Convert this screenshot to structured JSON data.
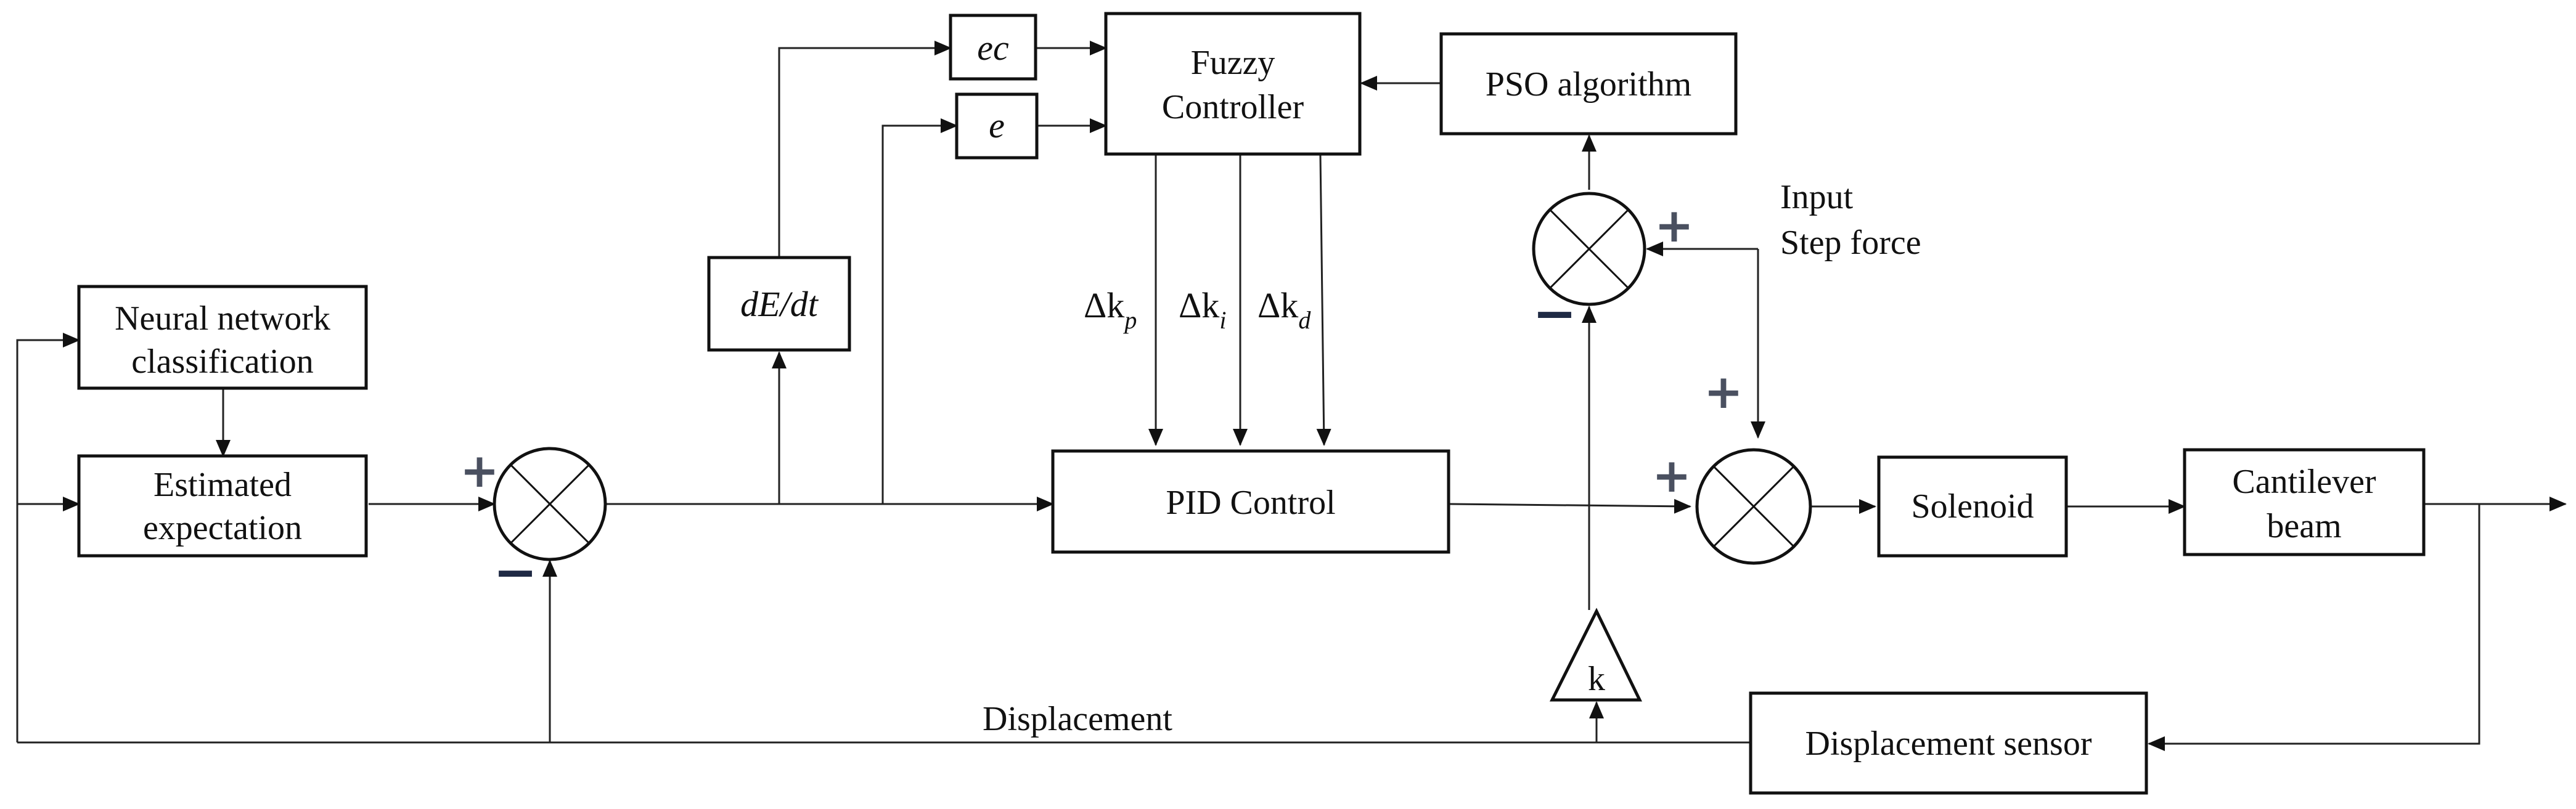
{
  "blocks": {
    "neural": {
      "line1": "Neural network",
      "line2": "classification"
    },
    "estimated": {
      "line1": "Estimated",
      "line2": "expectation"
    },
    "derivative": "dE/dt",
    "ec": "ec",
    "e": "e",
    "fuzzy": {
      "line1": "Fuzzy",
      "line2": "Controller"
    },
    "pso": "PSO algorithm",
    "pid": "PID Control",
    "solenoid": "Solenoid",
    "cantilever": {
      "line1": "Cantilever",
      "line2": "beam"
    },
    "sensor": "Displacement sensor",
    "gain": "k"
  },
  "gains": {
    "kp": {
      "delta": "Δk",
      "sub": "p"
    },
    "ki": {
      "delta": "Δk",
      "sub": "i"
    },
    "kd": {
      "delta": "Δk",
      "sub": "d"
    }
  },
  "labels": {
    "input_line1": "Input",
    "input_line2": "Step force",
    "displacement": "Displacement"
  },
  "signs": {
    "plus": "+",
    "minus": "−"
  }
}
